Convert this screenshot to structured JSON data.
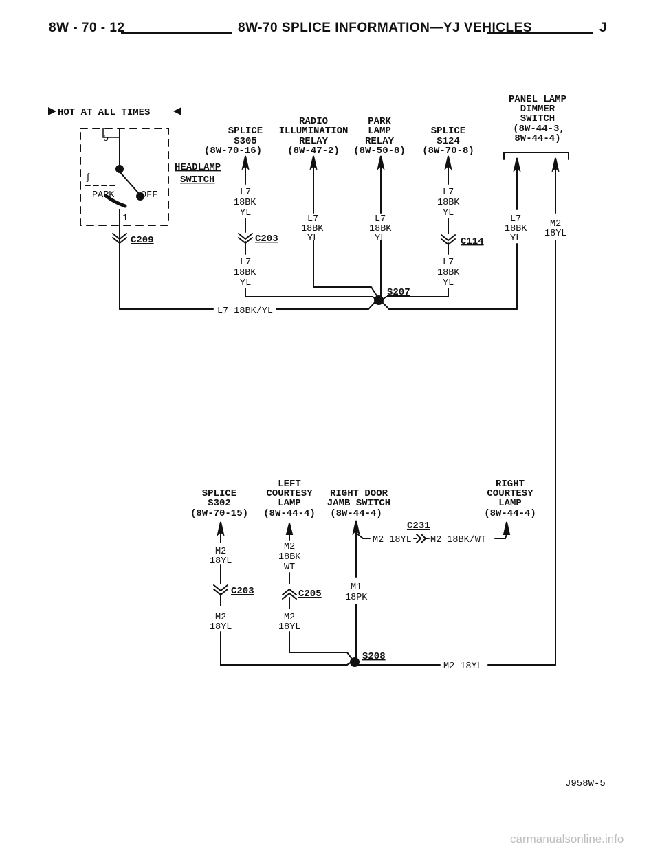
{
  "header": {
    "page_number": "8W - 70 - 12",
    "title": "8W-70 SPLICE INFORMATION—YJ VEHICLES",
    "section_letter": "J"
  },
  "top_circuit": {
    "hot_label": "HOT AT ALL TIMES",
    "fuse_number": "5",
    "switch_positions": {
      "park": "PARK",
      "off": "OFF",
      "terminal": "1"
    },
    "headlamp_switch": [
      "HEADLAMP",
      "SWITCH"
    ],
    "connectors": {
      "c209": "C209",
      "c203": "C203",
      "c114": "C114"
    },
    "splice": "S207",
    "destinations": {
      "splice_s305": [
        "SPLICE",
        "S305",
        "(8W-70-16)"
      ],
      "radio_relay": [
        "RADIO",
        "ILLUMINATION",
        "RELAY",
        "(8W-47-2)"
      ],
      "park_lamp_relay": [
        "PARK",
        "LAMP",
        "RELAY",
        "(8W-50-8)"
      ],
      "splice_s124": [
        "SPLICE",
        "S124",
        "(8W-70-8)"
      ],
      "panel_dimmer": [
        "PANEL LAMP",
        "DIMMER",
        "SWITCH",
        "(8W-44-3,",
        "8W-44-4)"
      ]
    },
    "wires": {
      "l7_18bk_yl": [
        "L7",
        "18BK",
        "YL"
      ],
      "m2_18yl": [
        "M2",
        "18YL"
      ],
      "bus": "L7 18BK/YL"
    }
  },
  "bottom_circuit": {
    "destinations": {
      "splice_s302": [
        "SPLICE",
        "S302",
        "(8W-70-15)"
      ],
      "left_courtesy": [
        "LEFT",
        "COURTESY",
        "LAMP",
        "(8W-44-4)"
      ],
      "right_door_jamb": [
        "RIGHT DOOR",
        "JAMB SWITCH",
        "(8W-44-4)"
      ],
      "right_courtesy": [
        "RIGHT",
        "COURTESY",
        "LAMP",
        "(8W-44-4)"
      ]
    },
    "connectors": {
      "c203": "C203",
      "c205": "C205",
      "c231": "C231"
    },
    "splice": "S208",
    "wires": {
      "m2_18yl": [
        "M2",
        "18YL"
      ],
      "m2_18bk_wt": [
        "M2",
        "18BK",
        "WT"
      ],
      "m1_18pk": [
        "M1",
        "18PK"
      ],
      "c231_left": "M2 18YL",
      "c231_right": "M2 18BK/WT",
      "bus": "M2 18YL"
    }
  },
  "figure_ref": "J958W-5",
  "watermark": "carmanualsonline.info"
}
